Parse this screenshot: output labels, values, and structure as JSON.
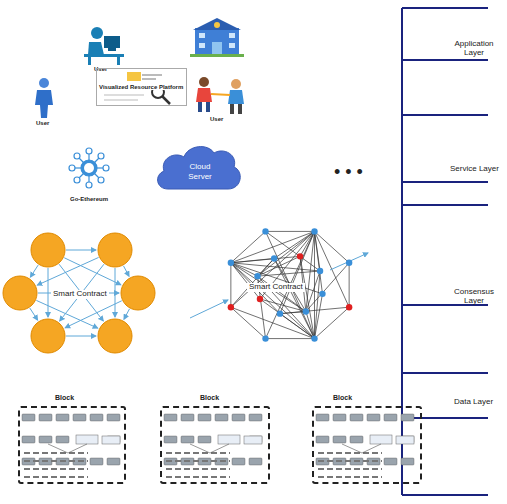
{
  "diagram": {
    "nodes": [
      {
        "text": [
          "Visualized Resource Platform"
        ]
      },
      {
        "text": [
          "Cloud Server"
        ]
      },
      {
        "text": [
          "Block"
        ]
      },
      {
        "text": [
          "Block"
        ]
      },
      {
        "text": [
          "Block"
        ]
      }
    ],
    "labels": [
      "Application Layer",
      "User",
      "User",
      "User",
      "Go-Ethereum",
      "• • •",
      "Service Layer",
      "Smart Contract",
      "Smart Contract",
      "Consensus Layer",
      "Data Layer"
    ]
  }
}
